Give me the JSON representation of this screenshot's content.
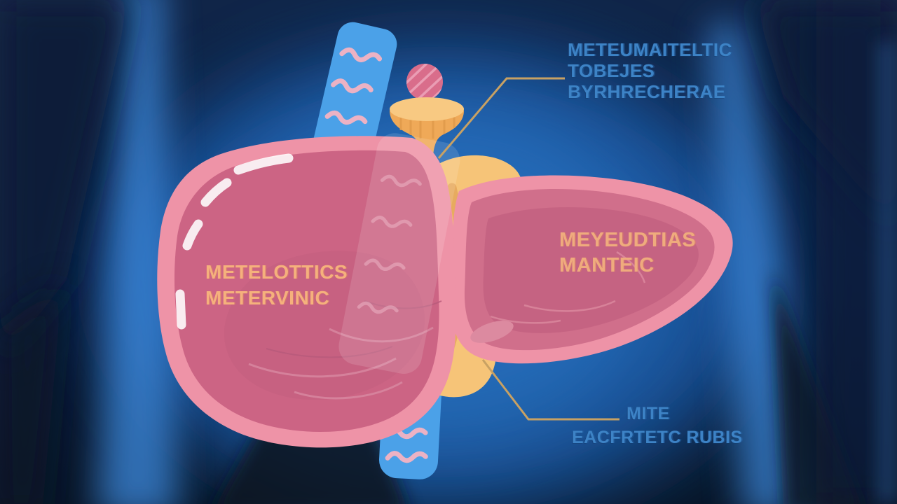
{
  "labels": {
    "top_right": {
      "line1": "METEUMAITELTIC",
      "line2": "TOBEJES",
      "line3": "BYRHRECHERAE"
    },
    "left_lobe": {
      "line1": "METELOTTICS",
      "line2": "METERVINIC"
    },
    "right_lobe": {
      "line1": "MEYEUDTIAS",
      "line2": "MANTEIC"
    },
    "bottom_right": {
      "line1": "MITE",
      "line2": "EACFRTETC RUBIS"
    }
  },
  "colors": {
    "background_dark": "#0a1a36",
    "body_glow_blue": "#2f7fd2",
    "duct_blue": "#4ba1e8",
    "liver_rim_pink": "#ee93a7",
    "liver_fill_left": "#cc6484",
    "liver_fill_right": "#d06f8b",
    "gallbladder_orange": "#f6c478",
    "funnel_orange": "#efa958",
    "berry_pink": "#d96d8b",
    "squiggle_pink": "#ecb2c4",
    "callout_line_tan": "#c8a163",
    "label_blue": "#3d83c6",
    "label_peach": "#f5b17c"
  }
}
